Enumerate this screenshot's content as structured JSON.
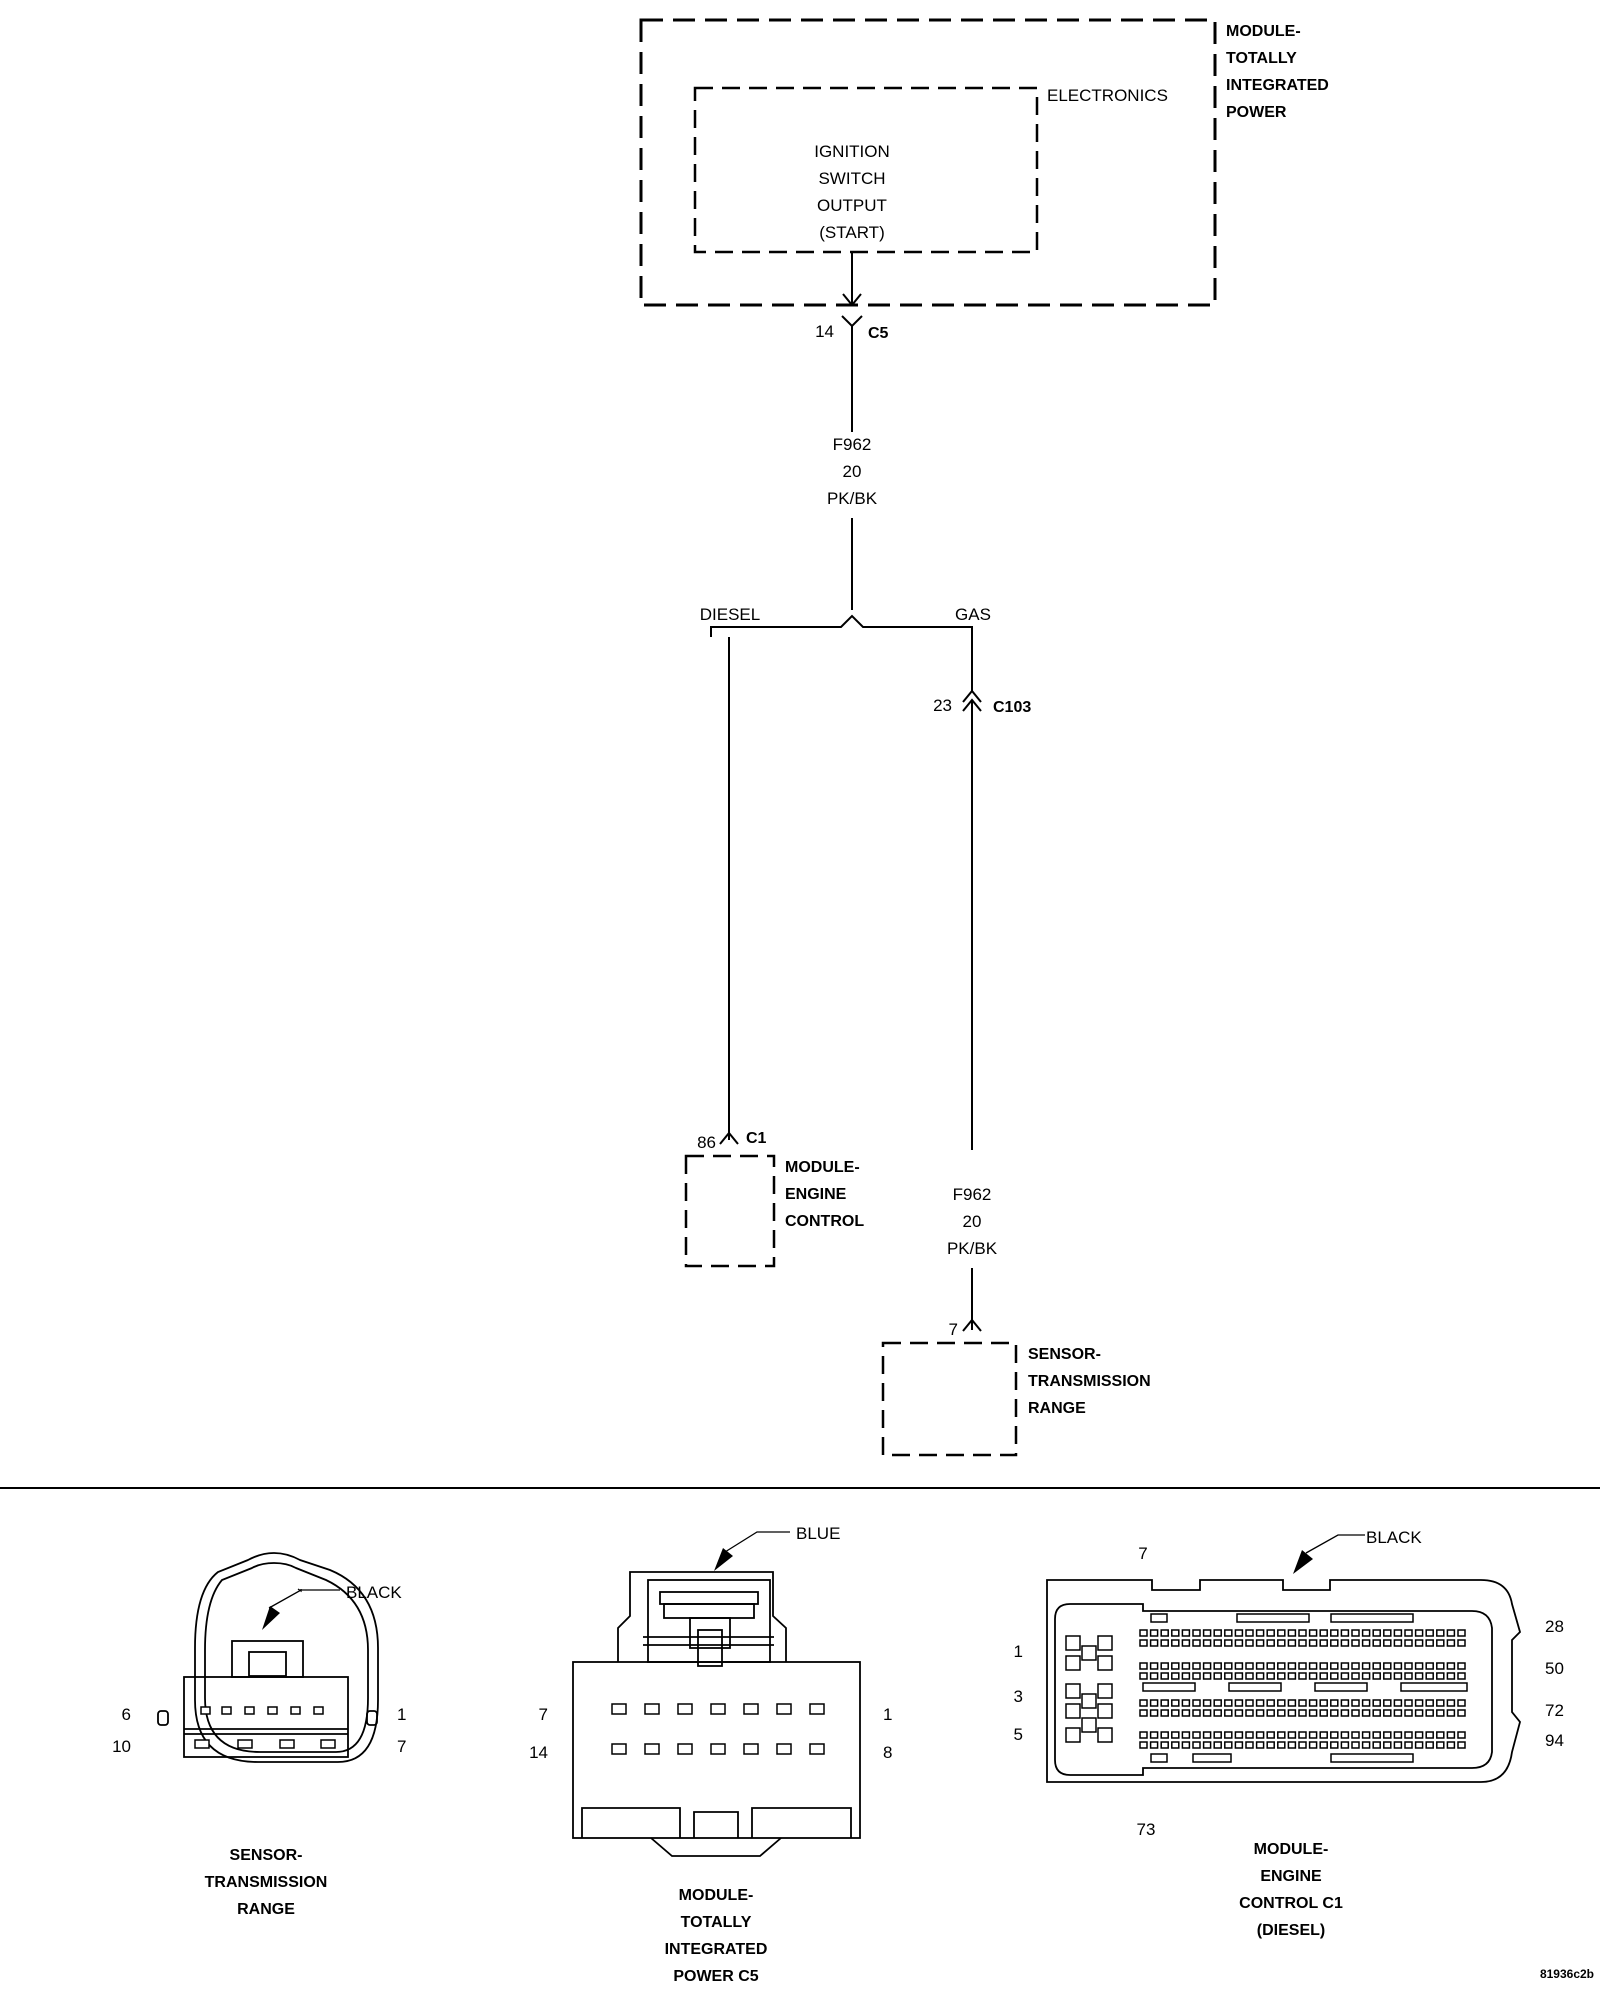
{
  "tipm": {
    "label_lines": [
      "MODULE-",
      "TOTALLY",
      "INTEGRATED",
      "POWER"
    ],
    "electronics_label": "ELECTRONICS",
    "switch_lines": [
      "IGNITION",
      "SWITCH",
      "OUTPUT",
      "(START)"
    ],
    "pin": "14",
    "connector": "C5"
  },
  "wire_main": {
    "circuit": "F962",
    "gauge": "20",
    "color": "PK/BK"
  },
  "splice": {
    "left_label": "DIESEL",
    "right_label": "GAS"
  },
  "inline_connector": {
    "pin": "23",
    "name": "C103"
  },
  "ecm": {
    "pin": "86",
    "connector": "C1",
    "label_lines": [
      "MODULE-",
      "ENGINE",
      "CONTROL"
    ]
  },
  "wire_gas": {
    "circuit": "F962",
    "gauge": "20",
    "color": "PK/BK"
  },
  "trs": {
    "pin": "7",
    "label_lines": [
      "SENSOR-",
      "TRANSMISSION",
      "RANGE"
    ]
  },
  "views": {
    "trs": {
      "color": "BLACK",
      "pins": {
        "top_left": "6",
        "top_right": "1",
        "bottom_left": "10",
        "bottom_right": "7"
      },
      "caption_lines": [
        "SENSOR-",
        "TRANSMISSION",
        "RANGE"
      ]
    },
    "tipm_c5": {
      "color": "BLUE",
      "pins": {
        "top_left": "7",
        "top_right": "1",
        "bottom_left": "14",
        "bottom_right": "8"
      },
      "caption_lines": [
        "MODULE-",
        "TOTALLY",
        "INTEGRATED",
        "POWER C5"
      ]
    },
    "ecm_c1": {
      "color": "BLACK",
      "pins": {
        "top": "7",
        "bottom": "73",
        "left": [
          "1",
          "3",
          "5"
        ],
        "right": [
          "28",
          "50",
          "72",
          "94"
        ]
      },
      "caption_lines": [
        "MODULE-",
        "ENGINE",
        "CONTROL C1",
        "(DIESEL)"
      ]
    }
  },
  "figure_id": "81936c2b"
}
